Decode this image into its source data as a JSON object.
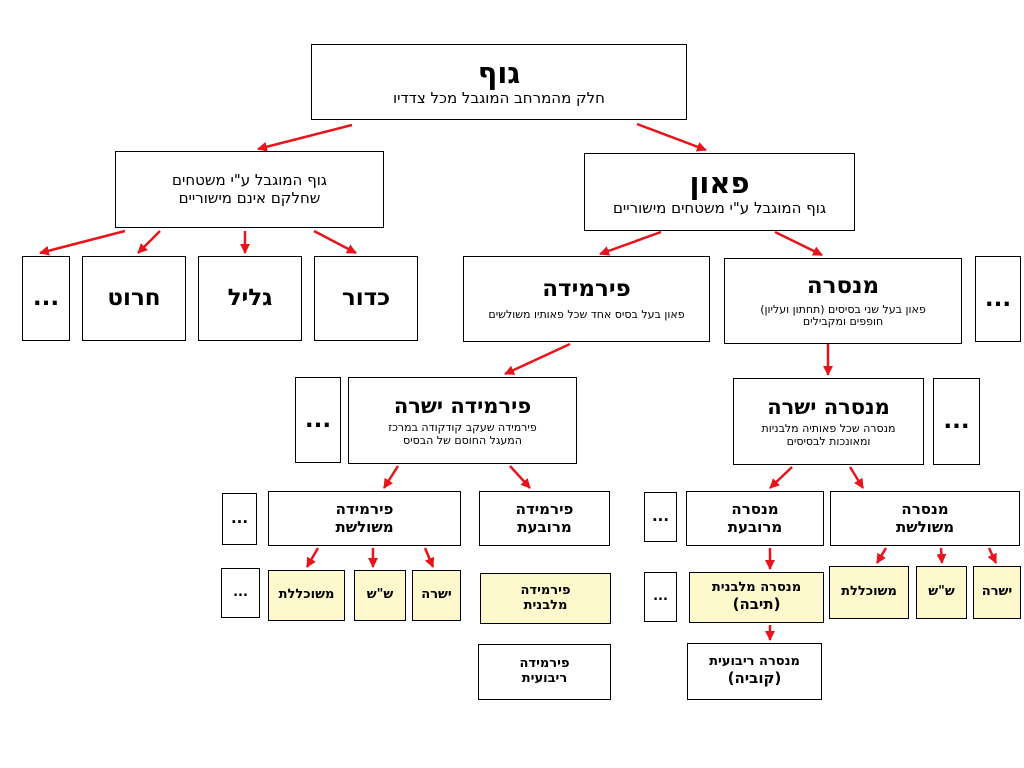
{
  "nodes": {
    "guf": {
      "title": "גוף",
      "desc": "חלק מהמרחב המוגבל מכל צדדיו"
    },
    "curved": {
      "text": "גוף המוגבל ע\"י משטחים\nשחלקם אינם מישוריים"
    },
    "paon": {
      "title": "פאון",
      "desc": "גוף המוגבל ע\"י משטחים מישוריים"
    },
    "kadur": "כדור",
    "galil": "גליל",
    "harut": "חרוט",
    "curved_more": "...",
    "pyramid": {
      "title": "פירמידה",
      "desc": "פאון בעל בסיס אחד שכל פאותיו משולשים"
    },
    "prism": {
      "title": "מנסרה",
      "desc": "פאון בעל שני בסיסים (תחתון ועליון)\nחופפים ומקבילים"
    },
    "paon_more": "...",
    "right_pyramid": {
      "title": "פירמידה ישרה",
      "desc": "פירמידה שעקב קודקודה במרכז\nהמעגל החוסם של הבסיס"
    },
    "pyramid_more": "...",
    "right_prism": {
      "title": "מנסרה ישרה",
      "desc": "מנסרה שכל פאותיה מלבניות\nומאונכות לבסיסים"
    },
    "prism_more": "...",
    "tri_pyramid": "פירמידה\nמשולשת",
    "sq_pyramid": "פירמידה\nמרובעת",
    "tri_pyramid_more": "...",
    "sq_prism": "מנסרה\nמרובעת",
    "tri_prism": "מנסרה\nמשולשת",
    "right_prism_more": "...",
    "tp_straight": "ישרה",
    "tp_isosceles": "ש\"ש",
    "tp_equilateral": "משוכללת",
    "tp_more": "...",
    "sp_rect": "פירמידה\nמלבנית",
    "sp_square": "פירמידה\nריבועית",
    "sq_rect_prism": {
      "title": "מנסרה מלבנית",
      "sub": "(תיבה)"
    },
    "sq_prism_more": "...",
    "cube": {
      "title": "מנסרה ריבועית",
      "sub": "(קוביה)"
    },
    "tpr_straight": "ישרה",
    "tpr_isosceles": "ש\"ש",
    "tpr_equilateral": "משוכללת"
  },
  "colors": {
    "arrow": "#e8141b",
    "highlight_fill": "#fdf9cc",
    "border": "#000000"
  }
}
